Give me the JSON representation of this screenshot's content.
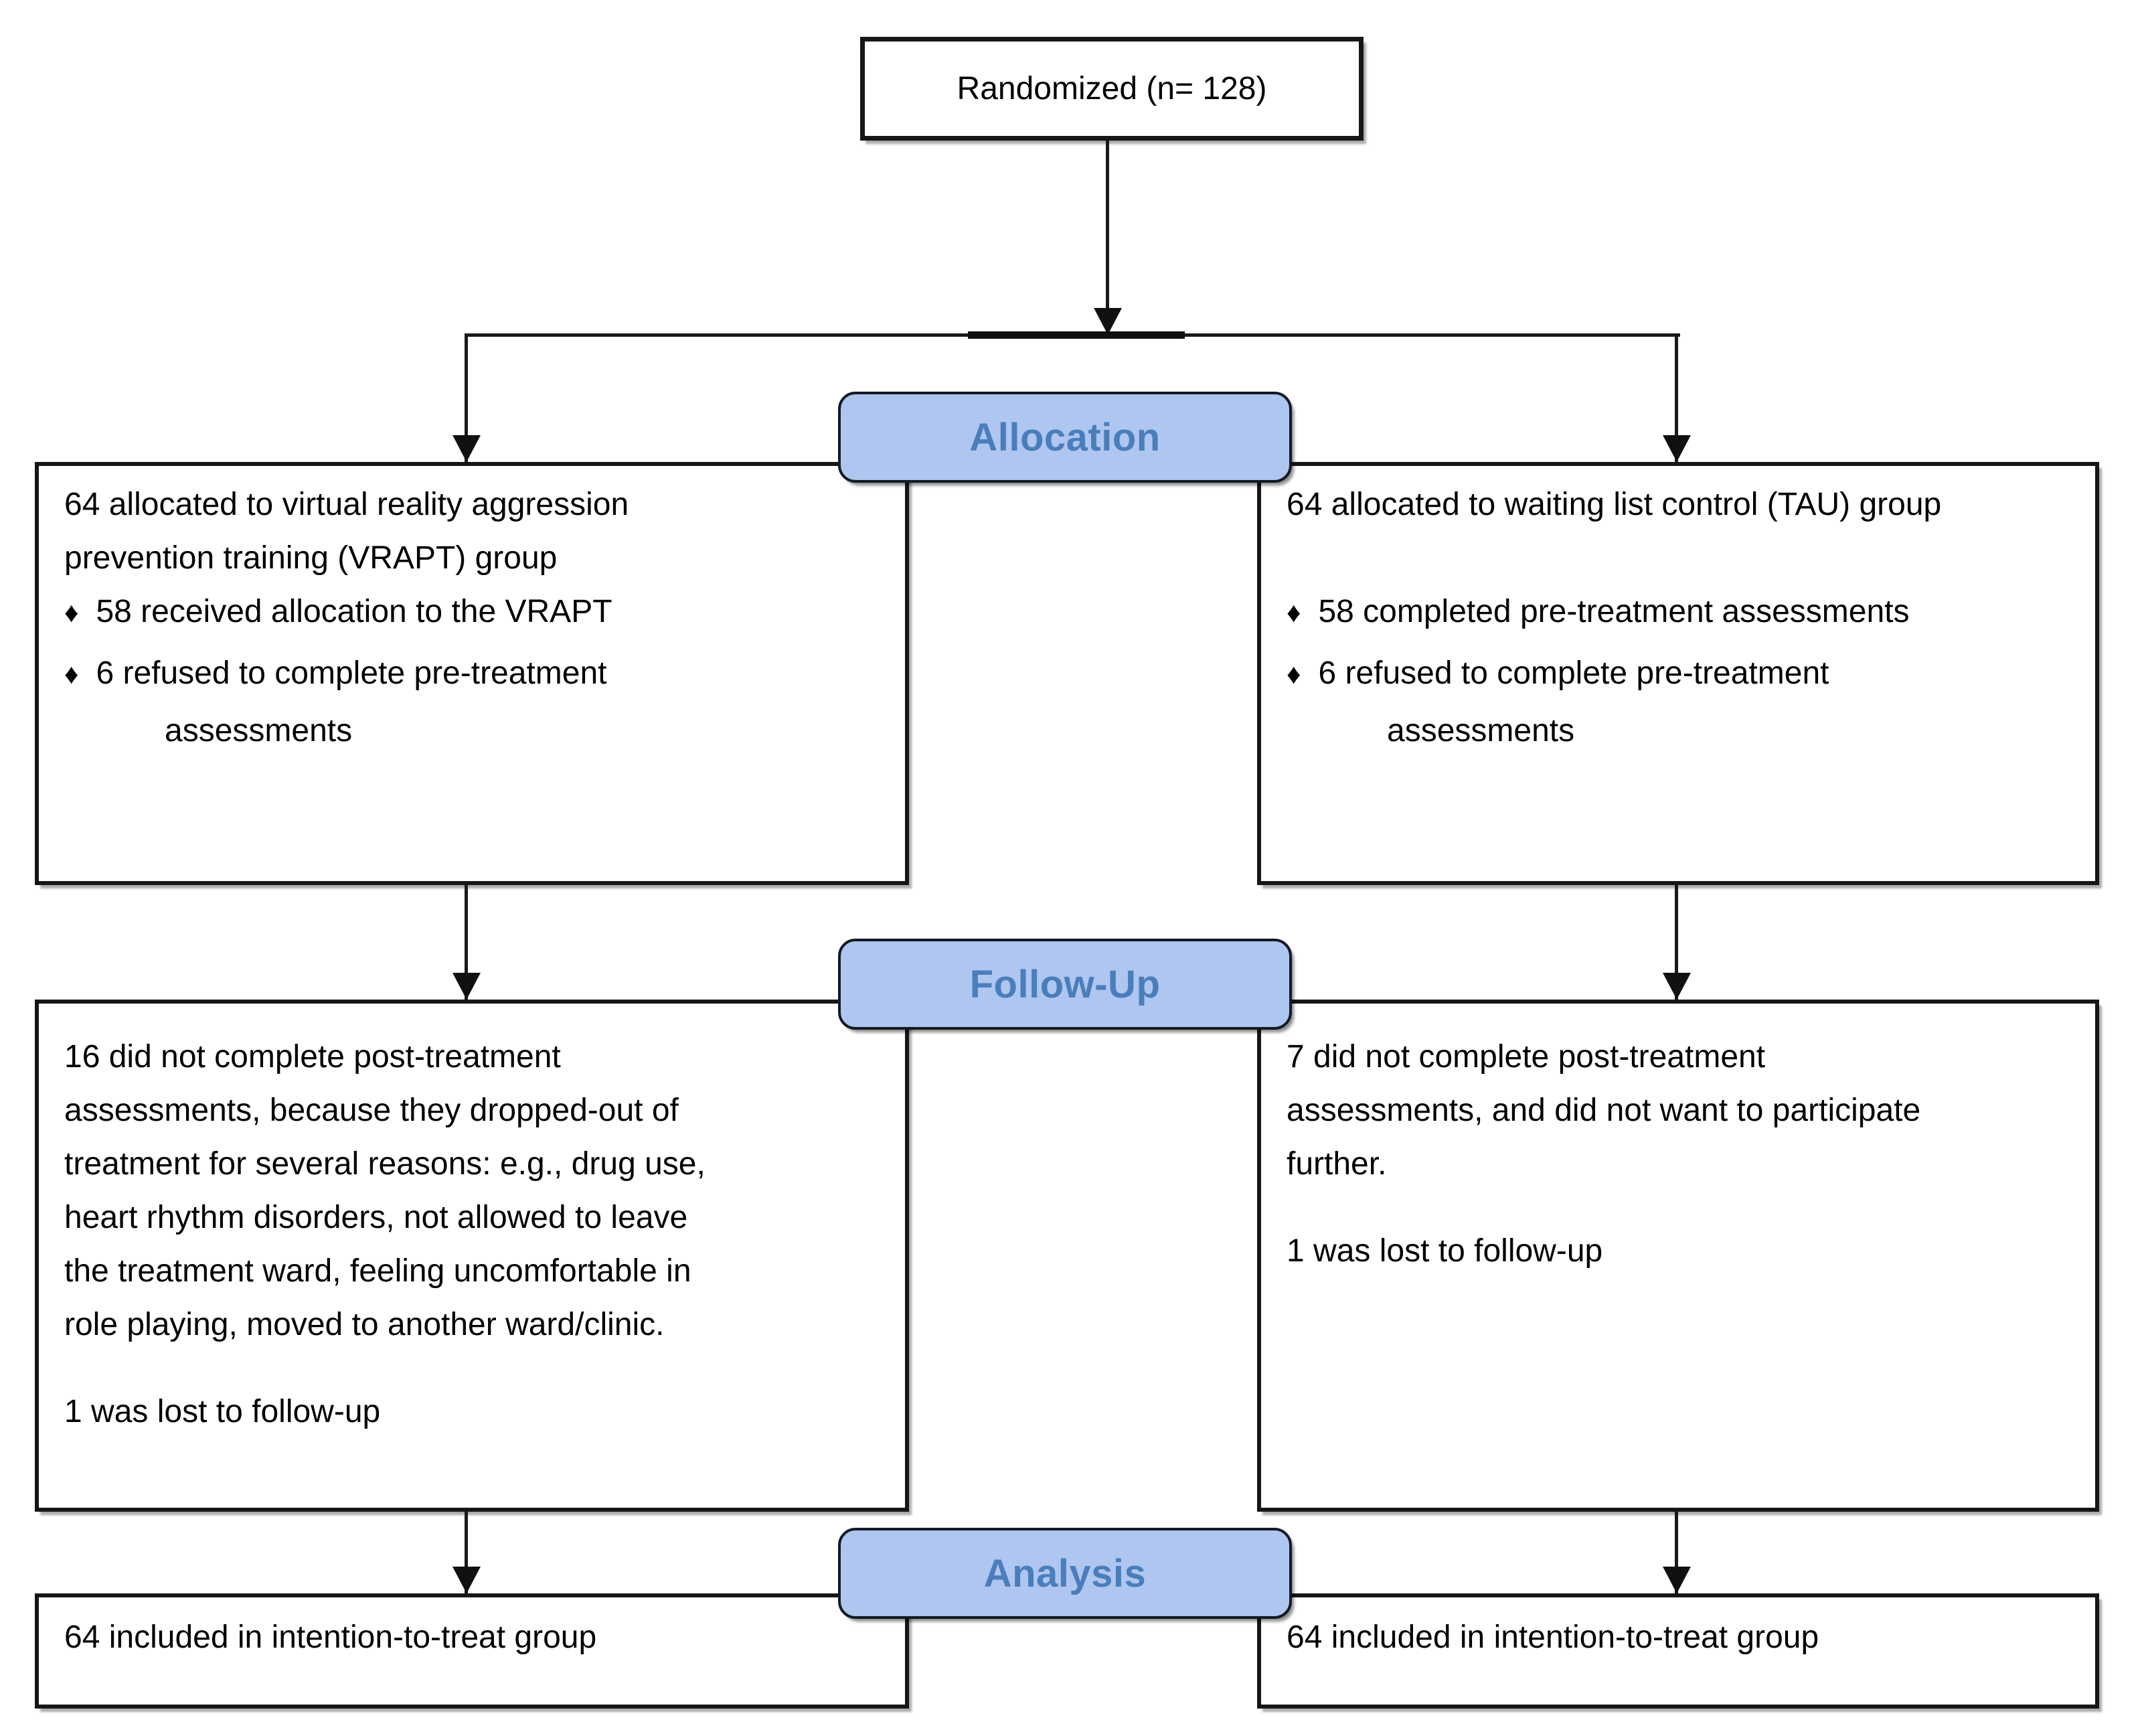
{
  "top_box": "Randomized (n= 128)",
  "bullet_glyph": "♦",
  "stage_labels": {
    "allocation": "Allocation",
    "followup": "Follow-Up",
    "analysis": "Analysis"
  },
  "allocation_left": {
    "header_lines": [
      "64 allocated to virtual reality aggression",
      "prevention training (VRAPT) group"
    ],
    "bullet1": "58 received allocation to the VRAPT",
    "bullet2": "6 refused to complete pre-treatment",
    "bullet2_continuation": "assessments"
  },
  "allocation_right": {
    "header_lines": [
      "64 allocated to waiting list control (TAU) group"
    ],
    "bullet1": "58 completed pre-treatment assessments",
    "bullet2": "6 refused to complete pre-treatment",
    "bullet2_continuation": "assessments"
  },
  "followup_left": {
    "paragraph_lines": [
      "16 did not complete post-treatment",
      "assessments, because they dropped-out of",
      "treatment for several reasons: e.g., drug use,",
      "heart rhythm disorders, not allowed to leave",
      "the treatment ward, feeling uncomfortable in",
      "role playing, moved to another ward/clinic."
    ],
    "lost_line": "1 was lost to follow-up"
  },
  "followup_right": {
    "paragraph_lines": [
      "7 did not complete post-treatment",
      "assessments, and did not want to participate",
      "further."
    ],
    "lost_line": "1 was lost to follow-up"
  },
  "analysis_left": {
    "line": "64 included in intention-to-treat group"
  },
  "analysis_right": {
    "line": "64 included in intention-to-treat group"
  },
  "colors": {
    "badge_fill": "#aec6f0",
    "badge_text": "#4a7ebb",
    "line_color": "#1a1a1a"
  }
}
